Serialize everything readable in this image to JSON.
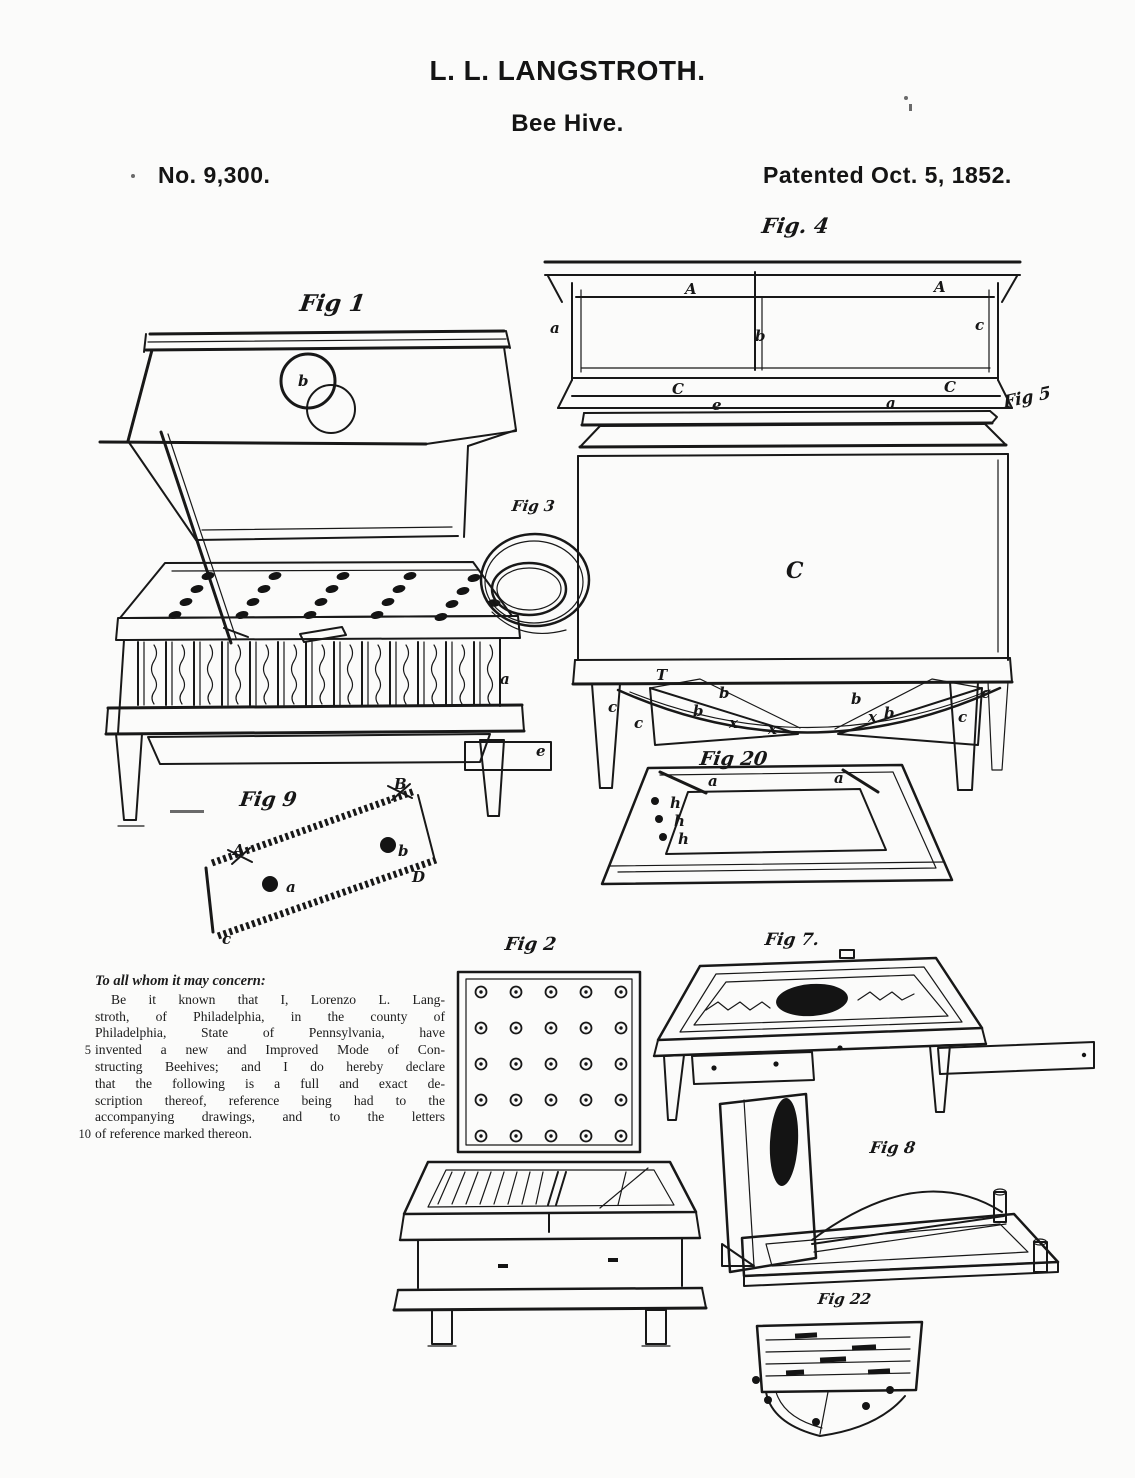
{
  "header": {
    "inventor": "L. L. LANGSTROTH.",
    "invention": "Bee Hive.",
    "patent_number": "No. 9,300.",
    "patent_date": "Patented Oct. 5, 1852."
  },
  "captions": {
    "fig1": "Fig 1",
    "fig2": "Fig 2",
    "fig3": "Fig 3",
    "fig4": "Fig. 4",
    "fig5": "Fig 5",
    "fig7": "Fig 7.",
    "fig8": "Fig 8",
    "fig9": "Fig 9",
    "fig20": "Fig 20",
    "fig22": "Fig 22"
  },
  "letters": {
    "fig1": [
      "b",
      "a",
      "e"
    ],
    "fig4": [
      "A",
      "A",
      "a",
      "b",
      "c",
      "C",
      "C",
      "e",
      "a"
    ],
    "body": [
      "C",
      "T",
      "c",
      "c",
      "b",
      "b",
      "x",
      "x",
      "b",
      "x",
      "b",
      "c",
      "c"
    ],
    "fig20": [
      "a",
      "a",
      "h",
      "h",
      "h"
    ],
    "fig9": [
      "B",
      "A",
      "a",
      "b",
      "D",
      "c"
    ]
  },
  "specification": {
    "salutation": "To all whom it may concern:",
    "lines": [
      {
        "num": "",
        "text": "Be it known that I, Lorenzo L. Lang-"
      },
      {
        "num": "",
        "text": "stroth, of Philadelphia, in the county of"
      },
      {
        "num": "",
        "text": "Philadelphia, State of Pennsylvania, have"
      },
      {
        "num": "5",
        "text": "invented a new and Improved Mode of Con-"
      },
      {
        "num": "",
        "text": "structing Beehives; and I do hereby declare"
      },
      {
        "num": "",
        "text": "that the following is a full and exact de-"
      },
      {
        "num": "",
        "text": "scription thereof, reference being had to the"
      },
      {
        "num": "",
        "text": "accompanying drawings, and to the letters"
      },
      {
        "num": "10",
        "text": "of reference marked thereon."
      }
    ]
  }
}
